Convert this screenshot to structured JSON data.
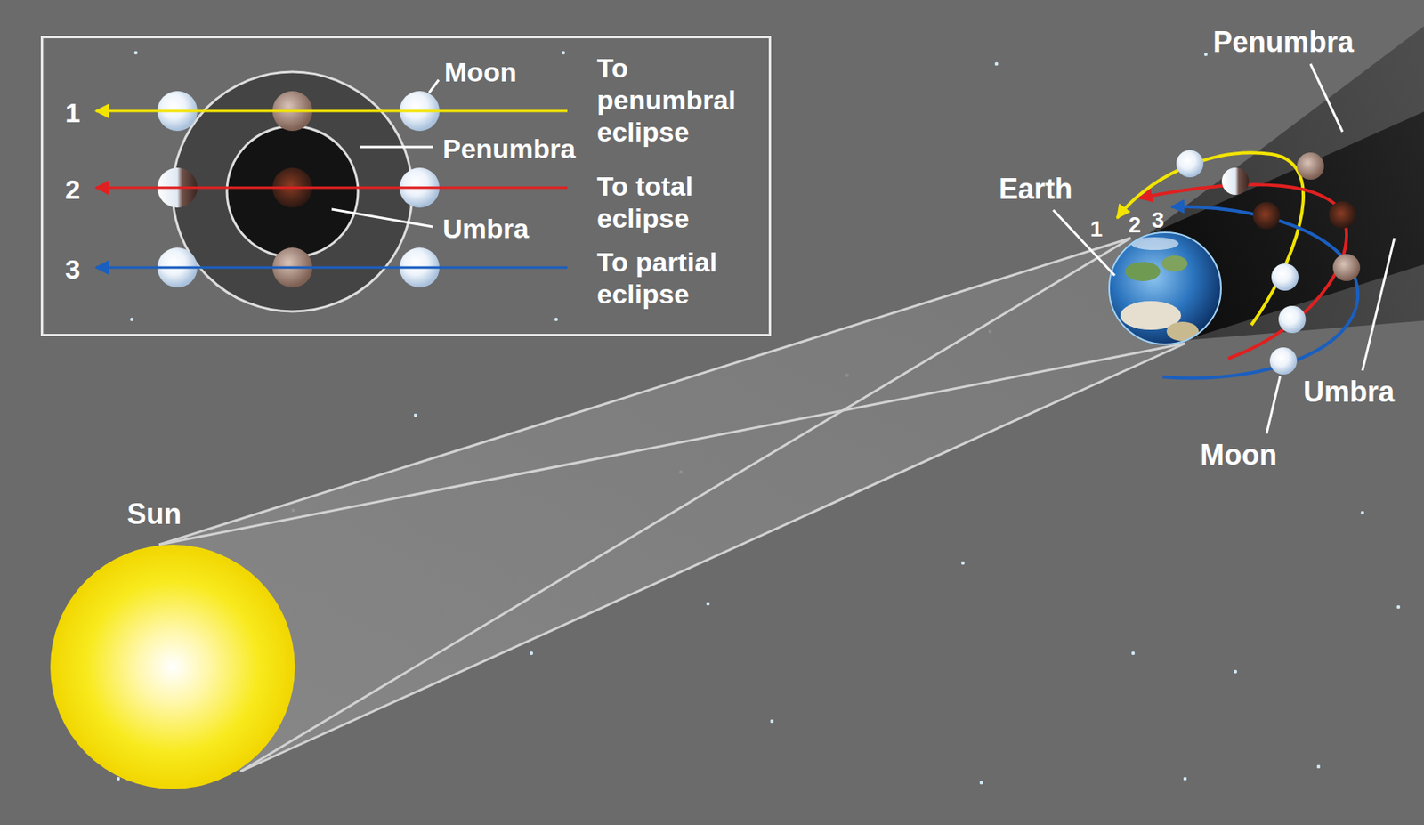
{
  "diagram": {
    "nodes": [
      {
        "text": [
          "1",
          "Moon",
          "To penumbral eclipse",
          "Penumbra",
          "2",
          "To total eclipse",
          "Umbra",
          "3",
          "To partial eclipse"
        ]
      }
    ],
    "labels": [
      "Penumbra",
      "Earth",
      "1",
      "2",
      "3",
      "Umbra",
      "Moon",
      "Sun"
    ]
  }
}
